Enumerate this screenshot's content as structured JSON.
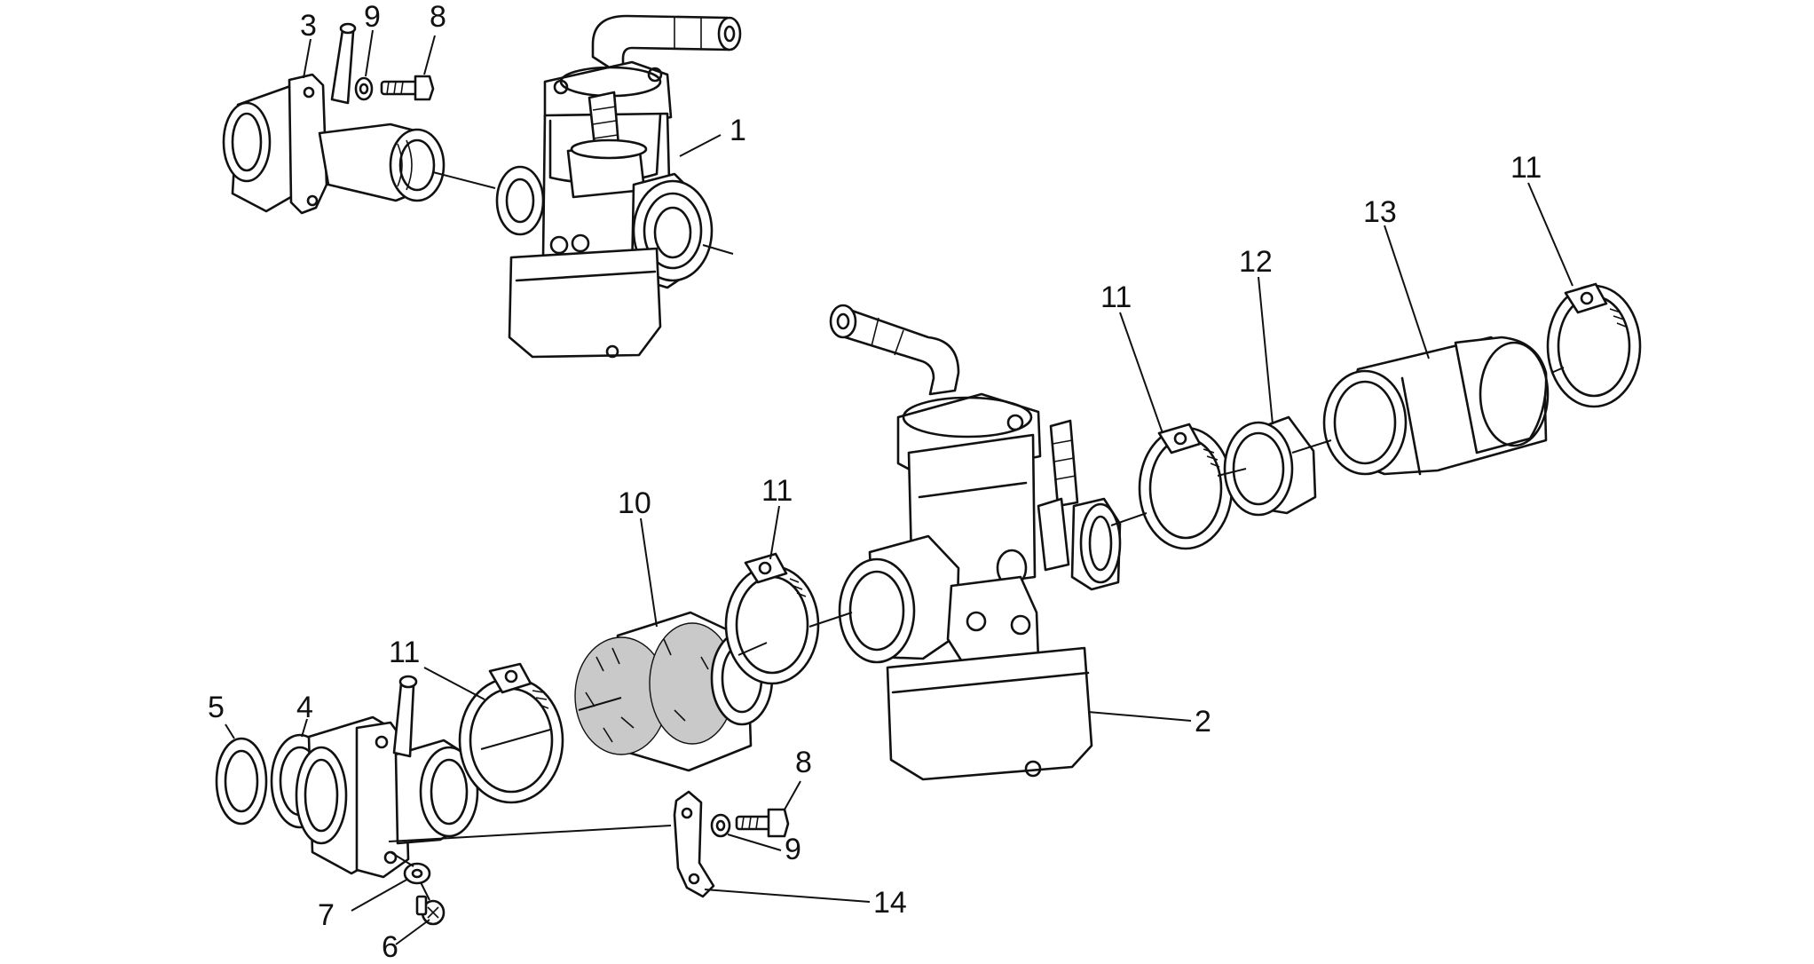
{
  "diagram": {
    "callouts": [
      {
        "id": "c1",
        "text": "1"
      },
      {
        "id": "c2",
        "text": "2"
      },
      {
        "id": "c3",
        "text": "3"
      },
      {
        "id": "c4",
        "text": "4"
      },
      {
        "id": "c5",
        "text": "5"
      },
      {
        "id": "c6",
        "text": "6"
      },
      {
        "id": "c7",
        "text": "7"
      },
      {
        "id": "c8a",
        "text": "8"
      },
      {
        "id": "c8b",
        "text": "8"
      },
      {
        "id": "c9a",
        "text": "9"
      },
      {
        "id": "c9b",
        "text": "9"
      },
      {
        "id": "c10",
        "text": "10"
      },
      {
        "id": "c11a",
        "text": "11"
      },
      {
        "id": "c11b",
        "text": "11"
      },
      {
        "id": "c11c",
        "text": "11"
      },
      {
        "id": "c11d",
        "text": "11"
      },
      {
        "id": "c12",
        "text": "12"
      },
      {
        "id": "c13",
        "text": "13"
      },
      {
        "id": "c14",
        "text": "14"
      }
    ]
  }
}
